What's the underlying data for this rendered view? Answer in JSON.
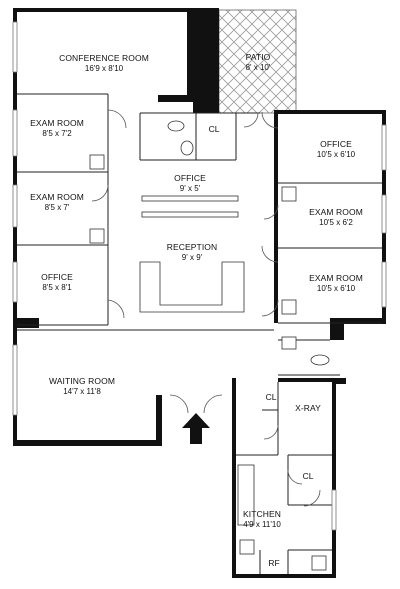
{
  "rooms": {
    "conference": {
      "name": "CONFERENCE ROOM",
      "dims": "16'9 x 8'10"
    },
    "patio": {
      "name": "PATIO",
      "dims": "8' x 10'"
    },
    "exam1": {
      "name": "EXAM ROOM",
      "dims": "8'5 x 7'2"
    },
    "exam2": {
      "name": "EXAM ROOM",
      "dims": "8'5 x 7'"
    },
    "office_left": {
      "name": "OFFICE",
      "dims": "8'5 x 8'1"
    },
    "office_center": {
      "name": "OFFICE",
      "dims": "9' x 5'"
    },
    "reception": {
      "name": "RECEPTION",
      "dims": "9' x 9'"
    },
    "office_right": {
      "name": "OFFICE",
      "dims": "10'5 x 6'10"
    },
    "exam3": {
      "name": "EXAM ROOM",
      "dims": "10'5 x 6'2"
    },
    "exam4": {
      "name": "EXAM ROOM",
      "dims": "10'5 x 6'10"
    },
    "waiting": {
      "name": "WAITING ROOM",
      "dims": "14'7 x 11'8"
    },
    "xray": {
      "name": "X-RAY"
    },
    "kitchen": {
      "name": "KITCHEN",
      "dims": "4'9 x 11'10"
    }
  },
  "labels": {
    "cl_top": "CL",
    "cl_mid": "CL",
    "cl_low": "CL",
    "rf": "RF"
  },
  "colors": {
    "wall": "#111111",
    "background": "#ffffff",
    "patio_hatch": "#9a9a9a"
  }
}
